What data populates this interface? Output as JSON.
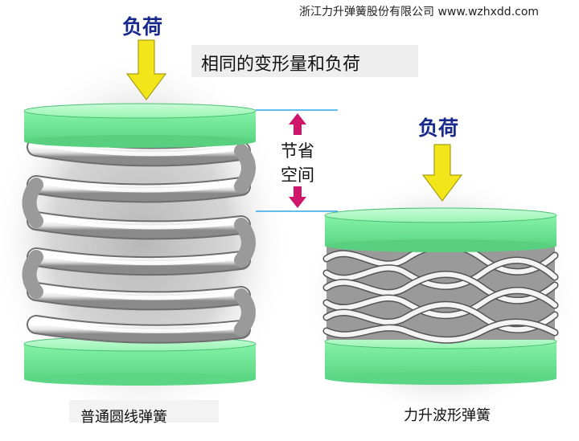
{
  "header": {
    "company": "浙江力升弹簧股份有限公司   www.wzhxdd.com"
  },
  "title": "相同的变形量和负荷",
  "load_label_left": "负荷",
  "load_label_right": "负荷",
  "space_saving": {
    "line1": "节省",
    "line2": "空间"
  },
  "captions": {
    "coil_spring": "普通圆线弹簧",
    "wave_spring": "力升波形弹簧"
  },
  "colors": {
    "plate_green": "#7ef0a2",
    "plate_edge": "#3aa860",
    "arrow_yellow": "#f2e61a",
    "arrow_magenta": "#d0156a",
    "dimension_line": "#2ea8e8",
    "label_blue": "#1a2a8c"
  }
}
